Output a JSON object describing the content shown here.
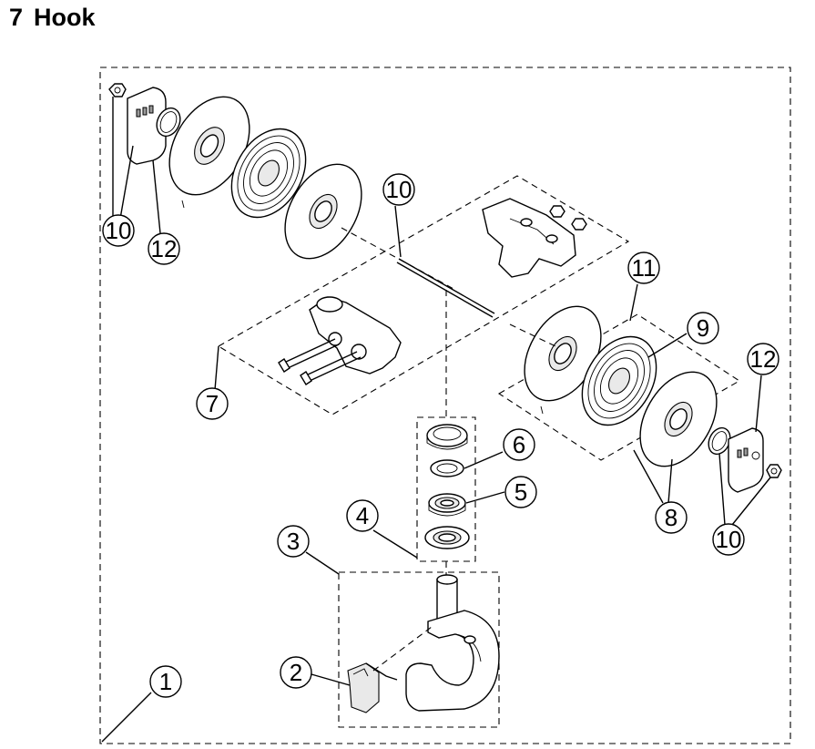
{
  "header": {
    "section_number": "7",
    "title": "Hook"
  },
  "callouts": [
    {
      "id": "c1",
      "label": "1"
    },
    {
      "id": "c2",
      "label": "2"
    },
    {
      "id": "c3",
      "label": "3"
    },
    {
      "id": "c4",
      "label": "4"
    },
    {
      "id": "c5",
      "label": "5"
    },
    {
      "id": "c6",
      "label": "6"
    },
    {
      "id": "c7",
      "label": "7"
    },
    {
      "id": "c8",
      "label": "8"
    },
    {
      "id": "c9",
      "label": "9"
    },
    {
      "id": "c10a",
      "label": "10"
    },
    {
      "id": "c10b",
      "label": "10"
    },
    {
      "id": "c10c",
      "label": "10"
    },
    {
      "id": "c11",
      "label": "11"
    },
    {
      "id": "c12a",
      "label": "12"
    },
    {
      "id": "c12b",
      "label": "12"
    }
  ]
}
